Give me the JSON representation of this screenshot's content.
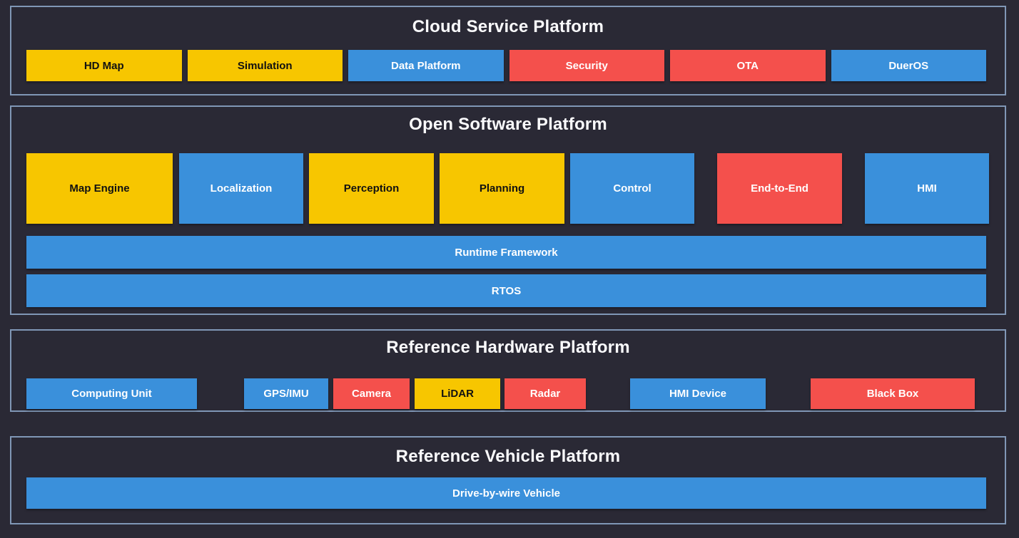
{
  "colors": {
    "brand_yellow": "#F7C600",
    "brand_blue": "#3A90DB",
    "brand_red": "#F4504C",
    "panel_border": "#8AA3C4",
    "title_text": "#FAFAFC",
    "background_top": "#060608",
    "background_bottom": "#7D7B89"
  },
  "cloud": {
    "title": "Cloud Service Platform",
    "boxes": [
      {
        "label": "HD Map",
        "bg": "#F7C600",
        "fg": "#111111"
      },
      {
        "label": "Simulation",
        "bg": "#F7C600",
        "fg": "#111111"
      },
      {
        "label": "Data Platform",
        "bg": "#3A90DB",
        "fg": "#FFFFFF"
      },
      {
        "label": "Security",
        "bg": "#F4504C",
        "fg": "#FFFFFF"
      },
      {
        "label": "OTA",
        "bg": "#F4504C",
        "fg": "#FFFFFF"
      },
      {
        "label": "DuerOS",
        "bg": "#3A90DB",
        "fg": "#FFFFFF"
      }
    ]
  },
  "software": {
    "title": "Open Software Platform",
    "modules": [
      {
        "label": "Map Engine",
        "bg": "#F7C600",
        "fg": "#111111"
      },
      {
        "label": "Localization",
        "bg": "#3A90DB",
        "fg": "#FFFFFF"
      },
      {
        "label": "Perception",
        "bg": "#F7C600",
        "fg": "#111111"
      },
      {
        "label": "Planning",
        "bg": "#F7C600",
        "fg": "#111111"
      },
      {
        "label": "Control",
        "bg": "#3A90DB",
        "fg": "#FFFFFF"
      },
      {
        "label": "End-to-End",
        "bg": "#F4504C",
        "fg": "#FFFFFF"
      },
      {
        "label": "HMI",
        "bg": "#3A90DB",
        "fg": "#FFFFFF"
      }
    ],
    "bars": [
      {
        "label": "Runtime Framework",
        "bg": "#3A90DB",
        "fg": "#FFFFFF"
      },
      {
        "label": "RTOS",
        "bg": "#3A90DB",
        "fg": "#FFFFFF"
      }
    ]
  },
  "hardware": {
    "title": "Reference Hardware Platform",
    "boxes": [
      {
        "label": "Computing Unit",
        "bg": "#3A90DB",
        "fg": "#FFFFFF"
      },
      {
        "label": "GPS/IMU",
        "bg": "#3A90DB",
        "fg": "#FFFFFF"
      },
      {
        "label": "Camera",
        "bg": "#F4504C",
        "fg": "#FFFFFF"
      },
      {
        "label": "LiDAR",
        "bg": "#F7C600",
        "fg": "#111111"
      },
      {
        "label": "Radar",
        "bg": "#F4504C",
        "fg": "#FFFFFF"
      },
      {
        "label": "HMI Device",
        "bg": "#3A90DB",
        "fg": "#FFFFFF"
      },
      {
        "label": "Black Box",
        "bg": "#F4504C",
        "fg": "#FFFFFF"
      }
    ]
  },
  "vehicle": {
    "title": "Reference Vehicle Platform",
    "bars": [
      {
        "label": "Drive-by-wire Vehicle",
        "bg": "#3A90DB",
        "fg": "#FFFFFF"
      }
    ]
  }
}
